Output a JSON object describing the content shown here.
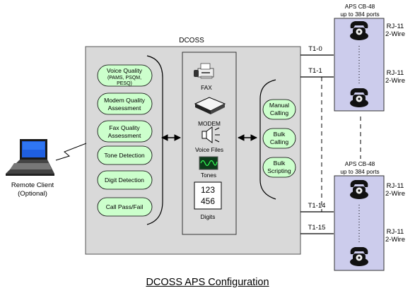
{
  "dcoss": {
    "title": "DCOSS",
    "quality_tests": [
      [
        "Voice Quality",
        "(PAMS, PSQM,",
        "PESQ)"
      ],
      [
        "Modem Quality",
        "Assessment"
      ],
      [
        "Fax Quality",
        "Assessment"
      ],
      [
        "Tone Detection"
      ],
      [
        "Digit Detection"
      ],
      [
        "Call Pass/Fail"
      ]
    ],
    "media": {
      "fax": "FAX",
      "modem": "MODEM",
      "voice_files": "Voice Files",
      "tones": "Tones",
      "digits_line1": "123",
      "digits_line2": "456",
      "digits": "Digits"
    },
    "calling_modes": [
      [
        "Manual",
        "Calling"
      ],
      [
        "Bulk",
        "Calling"
      ],
      [
        "Bulk",
        "Scripting"
      ]
    ]
  },
  "remote_client": {
    "line1": "Remote Client",
    "line2": "(Optional)"
  },
  "trunks": {
    "t1": "T1-0",
    "t2": "T1-1",
    "t3": "T1-14",
    "t4": "T1-15"
  },
  "aps_top": {
    "title": "APS CB-48",
    "subtitle": "up to 384 ports"
  },
  "aps_bottom": {
    "title": "APS CB-48",
    "subtitle": "up to 384 ports"
  },
  "port_label": {
    "line1": "RJ-11",
    "line2": "2-Wire"
  },
  "caption": "DCOSS APS Configuration",
  "colors": {
    "panel": "#d9d9d9",
    "pill": "#ccffcc",
    "aps": "#ccccec",
    "line": "#000000"
  },
  "icons": [
    "laptop-icon",
    "fax-icon",
    "modem-icon",
    "speaker-icon",
    "waveform-icon",
    "telephone-icon"
  ]
}
